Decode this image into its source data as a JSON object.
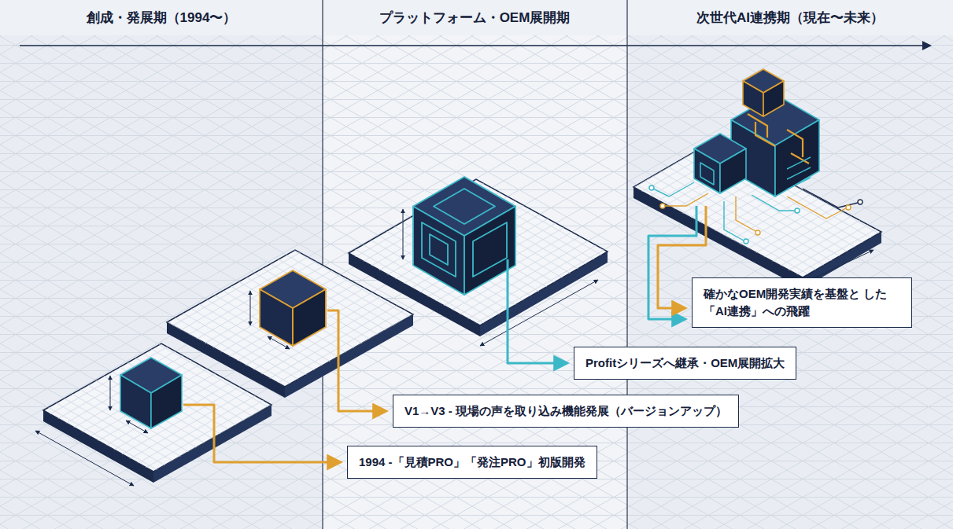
{
  "diagram": {
    "nodes": [
      {
        "text": [
          "1994 -「見積PRO」「発注PRO」初版開発"
        ]
      },
      {
        "text": [
          "V1→V3 - 現場の声を取り込み機能発展（バージョンアップ）"
        ]
      },
      {
        "text": [
          "Profitシリーズへ継承・OEM展開拡大"
        ]
      },
      {
        "text": [
          "確かなOEM開発実績を基盤と した「AI連携」への飛躍"
        ]
      }
    ],
    "labels": [
      "創成・発展期（1994〜）",
      "プラットフォーム・OEM展開期",
      "次世代AI連携期（現在〜未来）"
    ]
  }
}
